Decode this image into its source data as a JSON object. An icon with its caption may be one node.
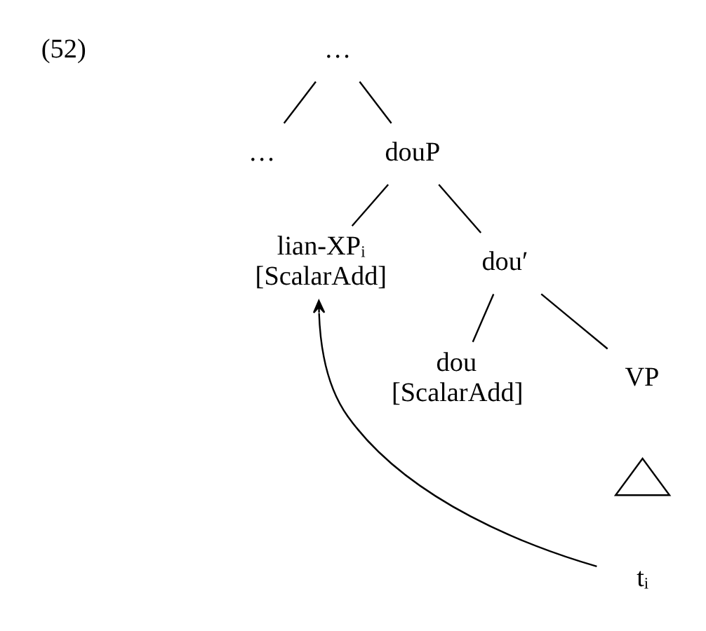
{
  "diagram": {
    "nodes": [
      {
        "text": [
          "…"
        ]
      },
      {
        "text": [
          "…"
        ]
      },
      {
        "text": [
          "douP"
        ]
      },
      {
        "text": [
          "lian-XPᵢ",
          "[ScalarAdd]"
        ]
      },
      {
        "text": [
          "dou′"
        ]
      },
      {
        "text": [
          "dou",
          "[ScalarAdd]"
        ]
      },
      {
        "text": [
          "VP"
        ]
      },
      {
        "text": [],
        "shape": "triangle"
      },
      {
        "text": [
          "tᵢ"
        ]
      }
    ],
    "edges": [
      {
        "from": 0,
        "to": 1,
        "arrow": "none"
      },
      {
        "from": 0,
        "to": 2,
        "arrow": "none"
      },
      {
        "from": 2,
        "to": 3,
        "arrow": "none"
      },
      {
        "from": 2,
        "to": 4,
        "arrow": "none"
      },
      {
        "from": 4,
        "to": 5,
        "arrow": "none"
      },
      {
        "from": 4,
        "to": 6,
        "arrow": "none"
      },
      {
        "from": 8,
        "to": 3,
        "arrow": "to"
      }
    ],
    "labels": [
      "(52)"
    ]
  }
}
